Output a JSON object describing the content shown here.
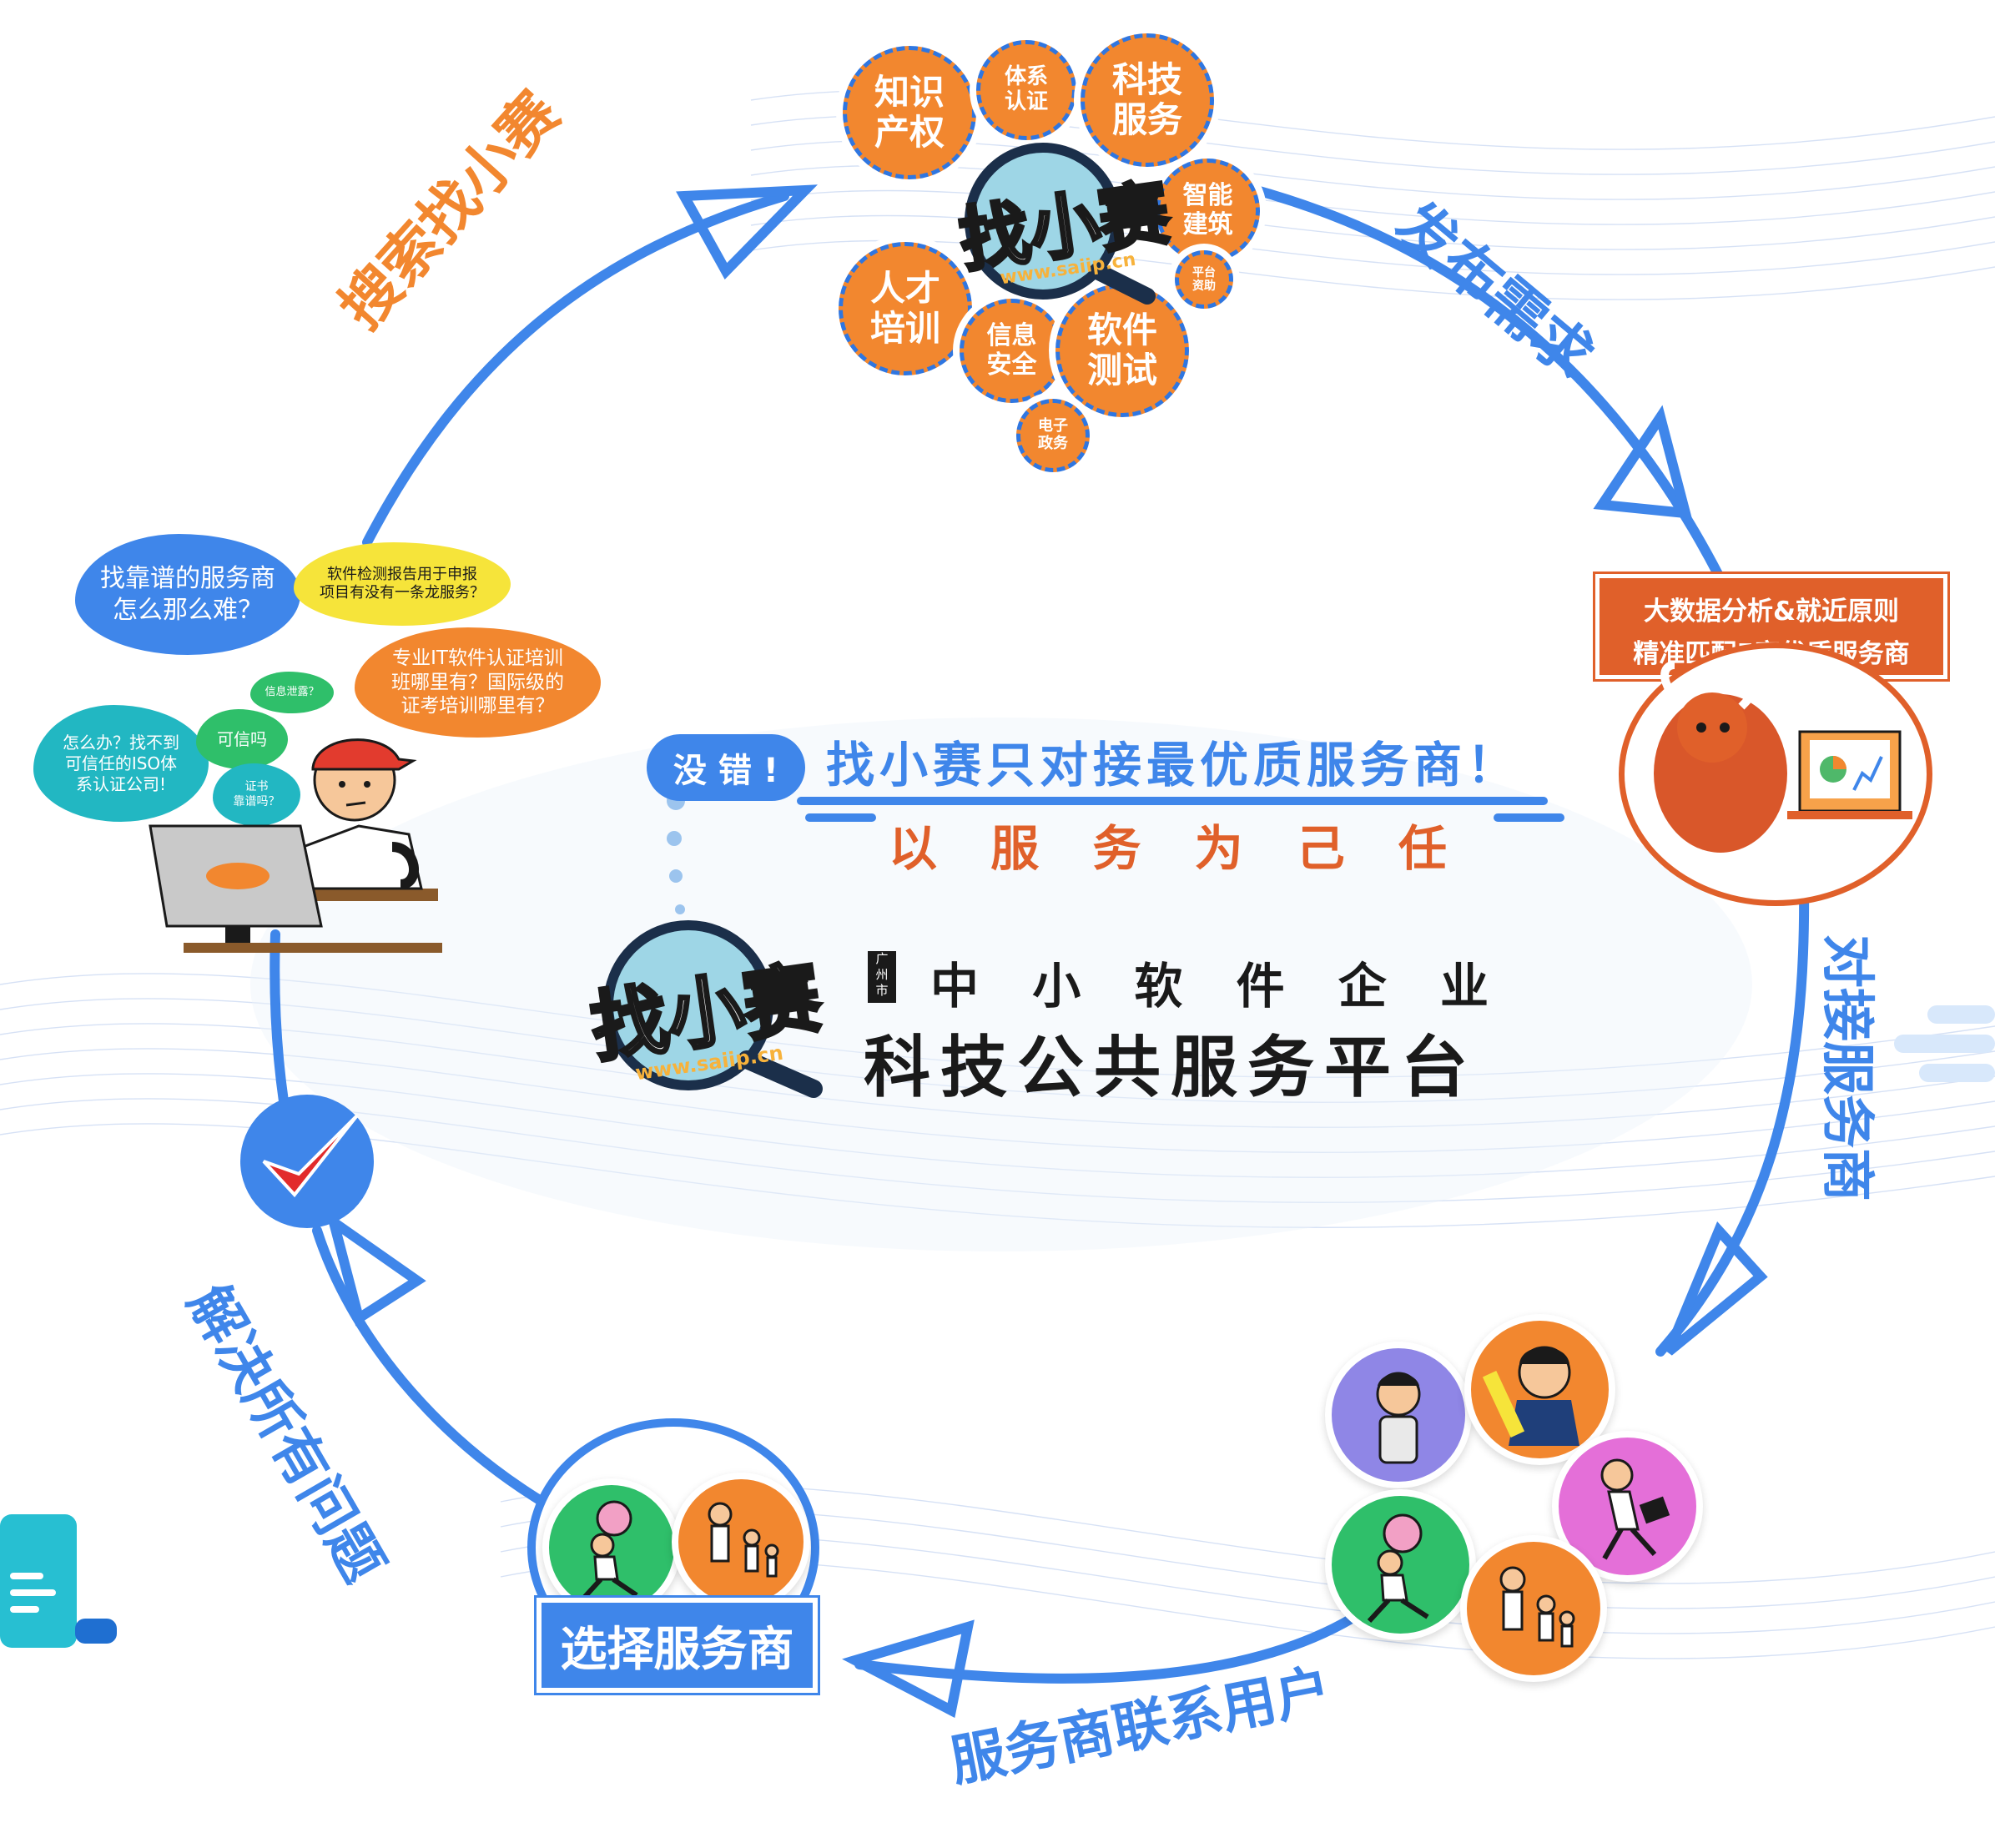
{
  "colors": {
    "flow_blue": "#3f86ea",
    "orange": "#f2872f",
    "dark_orange": "#e0602a",
    "navy": "#1f3f7a",
    "black_text": "#1a1a1a",
    "green": "#2fbf6a",
    "purple": "#8f86e6",
    "pink": "#e46fd8"
  },
  "hub": {
    "logo_text": "找小赛",
    "logo_url": "www.saiip.cn",
    "bubbles": [
      {
        "label": "知识\n产权"
      },
      {
        "label": "体系\n认证"
      },
      {
        "label": "科技\n服务"
      },
      {
        "label": "智能\n建筑"
      },
      {
        "label": "平台\n资助"
      },
      {
        "label": "人才\n培训"
      },
      {
        "label": "信息\n安全"
      },
      {
        "label": "软件\n测试"
      },
      {
        "label": "电子\n政务"
      }
    ]
  },
  "steps": {
    "search": "搜索找小赛",
    "publish": "发布需求",
    "connect": "对接服务商",
    "contact": "服务商联系用户",
    "choose": "选择服务商",
    "solve": "解决所有问题"
  },
  "matching_banner": {
    "line1": "大数据分析&就近原则",
    "line2": "精准匹配5家优质服务商"
  },
  "user_questions": {
    "q1": "找靠谱的服务商\n怎么那么难？",
    "q2": "软件检测报告用于申报\n项目有没有一条龙服务？",
    "q3": "专业IT软件认证培训\n班哪里有？国际级的\n证考培训哪里有？",
    "q4": "怎么办？找不到\n可信任的ISO体\n系认证公司!",
    "q5": "可信吗",
    "q6": "信息泄露？",
    "q7": "证书\n靠谱吗？"
  },
  "center": {
    "badge": "没 错 !",
    "slogan": "找小赛只对接最优质服务商！",
    "subslogan": "以 服 务 为 己 任",
    "city": "广\n州\n市",
    "platform_line1": "中 小 软 件 企 业",
    "platform_line2": "科技公共服务平台",
    "logo_text": "找小赛",
    "logo_url": "www.saiip.cn"
  }
}
